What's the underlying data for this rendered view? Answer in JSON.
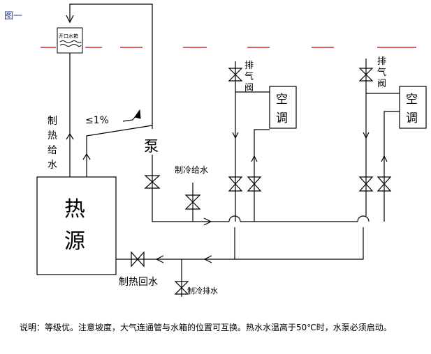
{
  "figure_label": "图一",
  "figure_label_color": "#1f3fa8",
  "tank_label": "开口水箱",
  "slope_label": "≤1%",
  "labels": {
    "heat_supply": [
      "制",
      "热",
      "给",
      "水"
    ],
    "pump": "泵",
    "cold_supply": "制冷给水",
    "heat_source": [
      "热",
      "源"
    ],
    "heat_return": "制热回水",
    "cold_drain": "制冷排水",
    "exhaust_valve_1": [
      "排",
      "气",
      "阀"
    ],
    "exhaust_valve_2": [
      "排",
      "气",
      "阀"
    ],
    "ac_1": [
      "空",
      "调"
    ],
    "ac_2": [
      "空",
      "调"
    ]
  },
  "note": "说明：等级优。注意坡度，大气连通管与水箱的位置可互换。热水水温高于50℃时，水泵必须启动。",
  "colors": {
    "water_level_line": "#c00000"
  }
}
